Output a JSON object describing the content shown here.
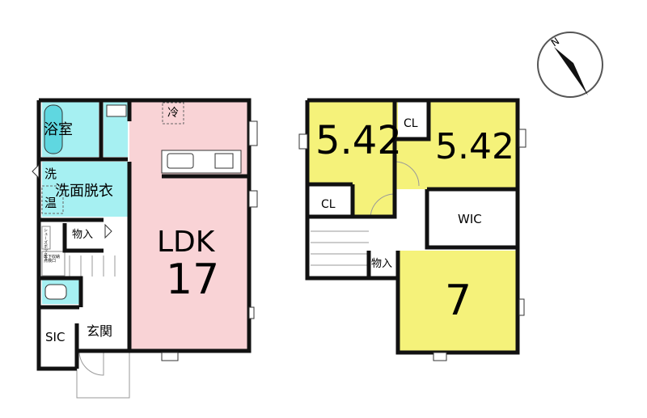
{
  "colors": {
    "ldk": "#f9d3d6",
    "wet": "#a6f0f2",
    "bedroom": "#f5f27a",
    "wall": "#111111"
  },
  "floor1": {
    "bath": "浴室",
    "washroom": "洗面脱衣",
    "washer": "洗",
    "water_heater": "温",
    "fridge": "冷",
    "ldk_label": "LDK",
    "ldk_size": "17",
    "storage": "物入",
    "entrance": "玄関",
    "sic": "SIC",
    "underfloor": "床下収納点検口",
    "shoe_box": "シューズボックス"
  },
  "floor2": {
    "room1_size": "5.42",
    "room2_size": "5.42",
    "room3_size": "7",
    "closet1": "CL",
    "closet2": "CL",
    "wic": "WIC",
    "storage": "物入"
  },
  "compass": {
    "north": "N"
  }
}
